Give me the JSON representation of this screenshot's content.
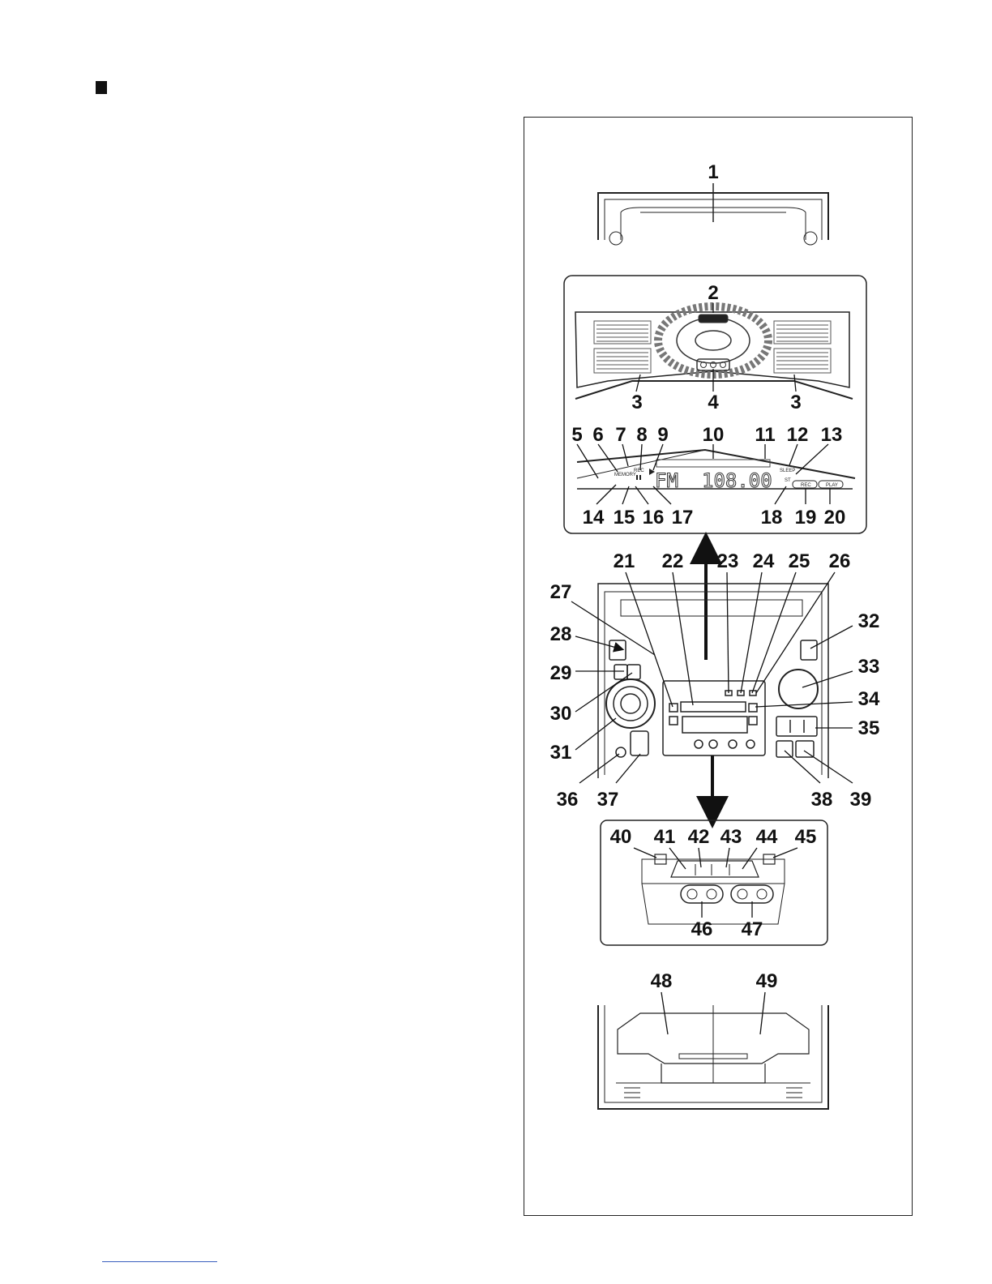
{
  "figure": {
    "display_text": {
      "band": "FM",
      "frequency": "108.00",
      "indicator_st": "ST",
      "indicator_memory": "MEMORY",
      "indicator_rec": "REC",
      "indicator_sleep": "SLEEP",
      "badge_rec": "REC",
      "badge_play": "PLAY"
    },
    "callouts": [
      "1",
      "2",
      "3",
      "4",
      "5",
      "6",
      "7",
      "8",
      "9",
      "10",
      "11",
      "12",
      "13",
      "14",
      "15",
      "16",
      "17",
      "18",
      "19",
      "20",
      "21",
      "22",
      "23",
      "24",
      "25",
      "26",
      "27",
      "28",
      "29",
      "30",
      "31",
      "32",
      "33",
      "34",
      "35",
      "36",
      "37",
      "38",
      "39",
      "40",
      "41",
      "42",
      "43",
      "44",
      "45",
      "46",
      "47",
      "48",
      "49"
    ]
  },
  "colors": {
    "line": "#222222",
    "accent_link": "#3a5fbf"
  }
}
